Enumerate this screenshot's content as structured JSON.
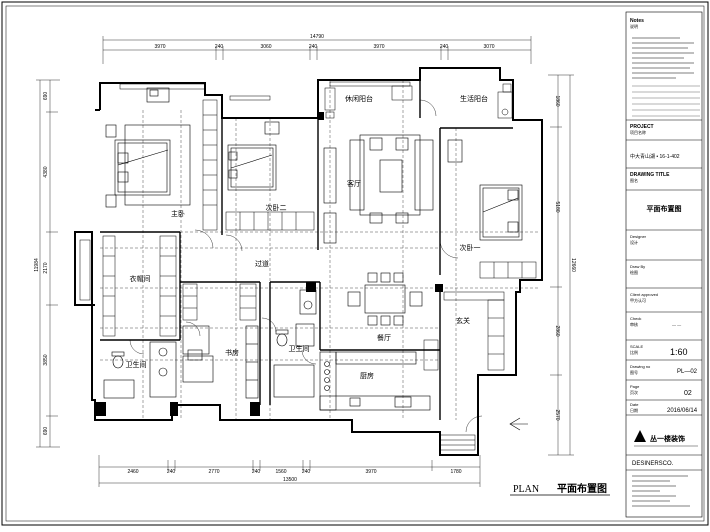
{
  "dims": {
    "top_total": "14790",
    "top": [
      "3970",
      "240",
      "3060",
      "240",
      "3970",
      "240",
      "3070"
    ],
    "bottom": [
      "2460",
      "240",
      "2770",
      "240",
      "1560",
      "240",
      "3970",
      "1780"
    ],
    "bottom_total": "13500",
    "left": [
      "690",
      "4380",
      "2170",
      "3850",
      "690"
    ],
    "left_total": "11984",
    "right": [
      "1860",
      "5180",
      "2860",
      "2570"
    ],
    "right_total": "12660"
  },
  "rooms": {
    "master_bedroom": "主卧",
    "second_bedroom_2": "次卧二",
    "leisure_balcony": "休闲阳台",
    "service_balcony": "生活阳台",
    "living_room": "客厅",
    "second_bedroom_1": "次卧一",
    "cloakroom": "衣帽间",
    "corridor": "过道",
    "dining_room": "餐厅",
    "entrance": "玄关",
    "bathroom_1": "卫生间",
    "study": "书房",
    "bathroom_2": "卫生间",
    "kitchen": "厨房"
  },
  "plan_label": {
    "en": "PLAN",
    "cn": "平面布置图"
  },
  "title_block": {
    "notes_en": "Notes",
    "notes_cn": "说明",
    "project_en": "PROJECT",
    "project_cn": "项目名称",
    "project_name": "中大青山湖 • 16-1-402",
    "drawing_title_en": "DRAWING TITLE",
    "drawing_title_cn": "图名",
    "drawing_title": "平面布置图",
    "designer_en": "Designer",
    "designer_cn": "设计",
    "draw_by_en": "Draw By",
    "draw_by_cn": "绘图",
    "client_approved_en": "Client approved",
    "client_approved_cn": "甲方认可",
    "check_en": "Check",
    "check_cn": "审核",
    "check_value": "— —",
    "scale_en": "SCALE",
    "scale_cn": "比例",
    "scale": "1:60",
    "drawing_no_en": "Drawing no",
    "drawing_no_cn": "图号",
    "drawing_no": "PL—02",
    "page_en": "Page",
    "page_cn": "页次",
    "page": "02",
    "date_en": "Date",
    "date_cn": "日期",
    "date": "2016/06/14",
    "company_logo": "丛一楼装饰",
    "company_en": "DESINERSCO."
  }
}
